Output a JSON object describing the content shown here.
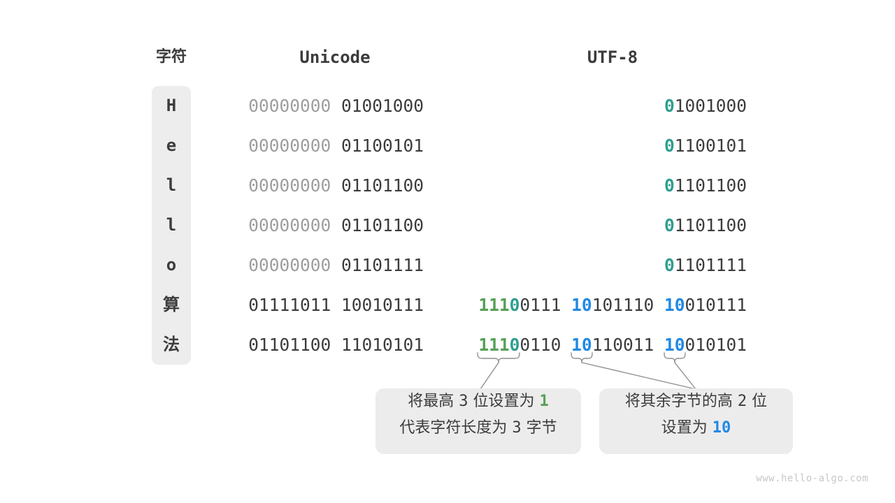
{
  "header": {
    "char_header": "字符",
    "unicode_header": "Unicode",
    "utf8_header": "UTF-8"
  },
  "colors": {
    "dark": "#3c3c3c",
    "gray_leading_zeros": "#9d9d9d",
    "green_length_bits": "#58a058",
    "teal_zero_bit": "#2f9e8f",
    "blue_continuation_bits": "#2089e5",
    "callout_background": "#ececec",
    "char_column_background": "#ededed",
    "connector_line": "#8f8f8f",
    "watermark": "#c8c8c8"
  },
  "table": {
    "rows": [
      {
        "char": "H",
        "unicode": [
          [
            "00000000",
            "gray"
          ],
          [
            " ",
            "gray"
          ],
          [
            "01001000",
            "dark"
          ]
        ],
        "utf8": [
          [
            "0",
            "teal"
          ],
          [
            "1001000",
            "dark"
          ]
        ]
      },
      {
        "char": "e",
        "unicode": [
          [
            "00000000",
            "gray"
          ],
          [
            " ",
            "gray"
          ],
          [
            "01100101",
            "dark"
          ]
        ],
        "utf8": [
          [
            "0",
            "teal"
          ],
          [
            "1100101",
            "dark"
          ]
        ]
      },
      {
        "char": "l",
        "unicode": [
          [
            "00000000",
            "gray"
          ],
          [
            " ",
            "gray"
          ],
          [
            "01101100",
            "dark"
          ]
        ],
        "utf8": [
          [
            "0",
            "teal"
          ],
          [
            "1101100",
            "dark"
          ]
        ]
      },
      {
        "char": "l",
        "unicode": [
          [
            "00000000",
            "gray"
          ],
          [
            " ",
            "gray"
          ],
          [
            "01101100",
            "dark"
          ]
        ],
        "utf8": [
          [
            "0",
            "teal"
          ],
          [
            "1101100",
            "dark"
          ]
        ]
      },
      {
        "char": "o",
        "unicode": [
          [
            "00000000",
            "gray"
          ],
          [
            " ",
            "gray"
          ],
          [
            "01101111",
            "dark"
          ]
        ],
        "utf8": [
          [
            "0",
            "teal"
          ],
          [
            "1101111",
            "dark"
          ]
        ]
      },
      {
        "char": "算",
        "unicode": [
          [
            "01111011",
            "dark"
          ],
          [
            " ",
            "dark"
          ],
          [
            "10010111",
            "dark"
          ]
        ],
        "utf8": [
          [
            "111",
            "green"
          ],
          [
            "0",
            "teal"
          ],
          [
            "0111",
            "dark"
          ],
          [
            " ",
            "dark"
          ],
          [
            "10",
            "blue"
          ],
          [
            "101110",
            "dark"
          ],
          [
            " ",
            "dark"
          ],
          [
            "10",
            "blue"
          ],
          [
            "010111",
            "dark"
          ]
        ]
      },
      {
        "char": "法",
        "unicode": [
          [
            "01101100",
            "dark"
          ],
          [
            " ",
            "dark"
          ],
          [
            "11010101",
            "dark"
          ]
        ],
        "utf8": [
          [
            "111",
            "green"
          ],
          [
            "0",
            "teal"
          ],
          [
            "0110",
            "dark"
          ],
          [
            " ",
            "dark"
          ],
          [
            "10",
            "blue"
          ],
          [
            "110011",
            "dark"
          ],
          [
            " ",
            "dark"
          ],
          [
            "10",
            "blue"
          ],
          [
            "010101",
            "dark"
          ]
        ]
      }
    ]
  },
  "callouts": {
    "left": {
      "lines": [
        [
          [
            "将最高 ",
            "text"
          ],
          [
            "3",
            "num"
          ],
          [
            " 位设置为 ",
            "text"
          ],
          [
            "1",
            "green"
          ]
        ],
        [
          [
            "代表字符长度为 ",
            "text"
          ],
          [
            "3",
            "num"
          ],
          [
            " 字节",
            "text"
          ]
        ]
      ]
    },
    "right": {
      "lines": [
        [
          [
            "将其余字节的高 ",
            "text"
          ],
          [
            "2",
            "num"
          ],
          [
            " 位",
            "text"
          ]
        ],
        [
          [
            "设置为 ",
            "text"
          ],
          [
            "10",
            "blue"
          ]
        ]
      ]
    }
  },
  "watermark": "www.hello-algo.com"
}
